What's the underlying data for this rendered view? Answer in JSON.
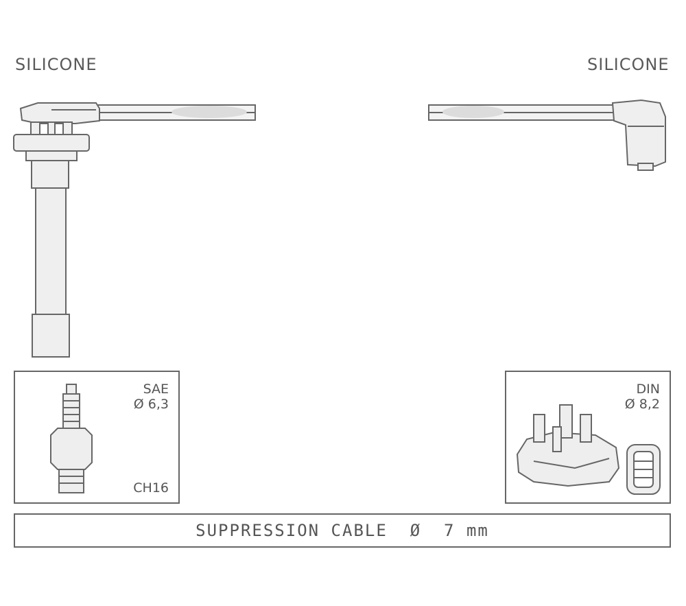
{
  "labels": {
    "left_material": "SILICONE",
    "right_material": "SILICONE"
  },
  "spark_plug_box": {
    "standard": "SAE",
    "diameter": "Ø 6,3",
    "code": "CH16"
  },
  "distributor_box": {
    "standard": "DIN",
    "diameter": "Ø 8,2"
  },
  "cable": {
    "label": "SUPPRESSION CABLE  Ø  7 mm"
  },
  "colors": {
    "line": "#666666",
    "fill": "#ececec"
  }
}
